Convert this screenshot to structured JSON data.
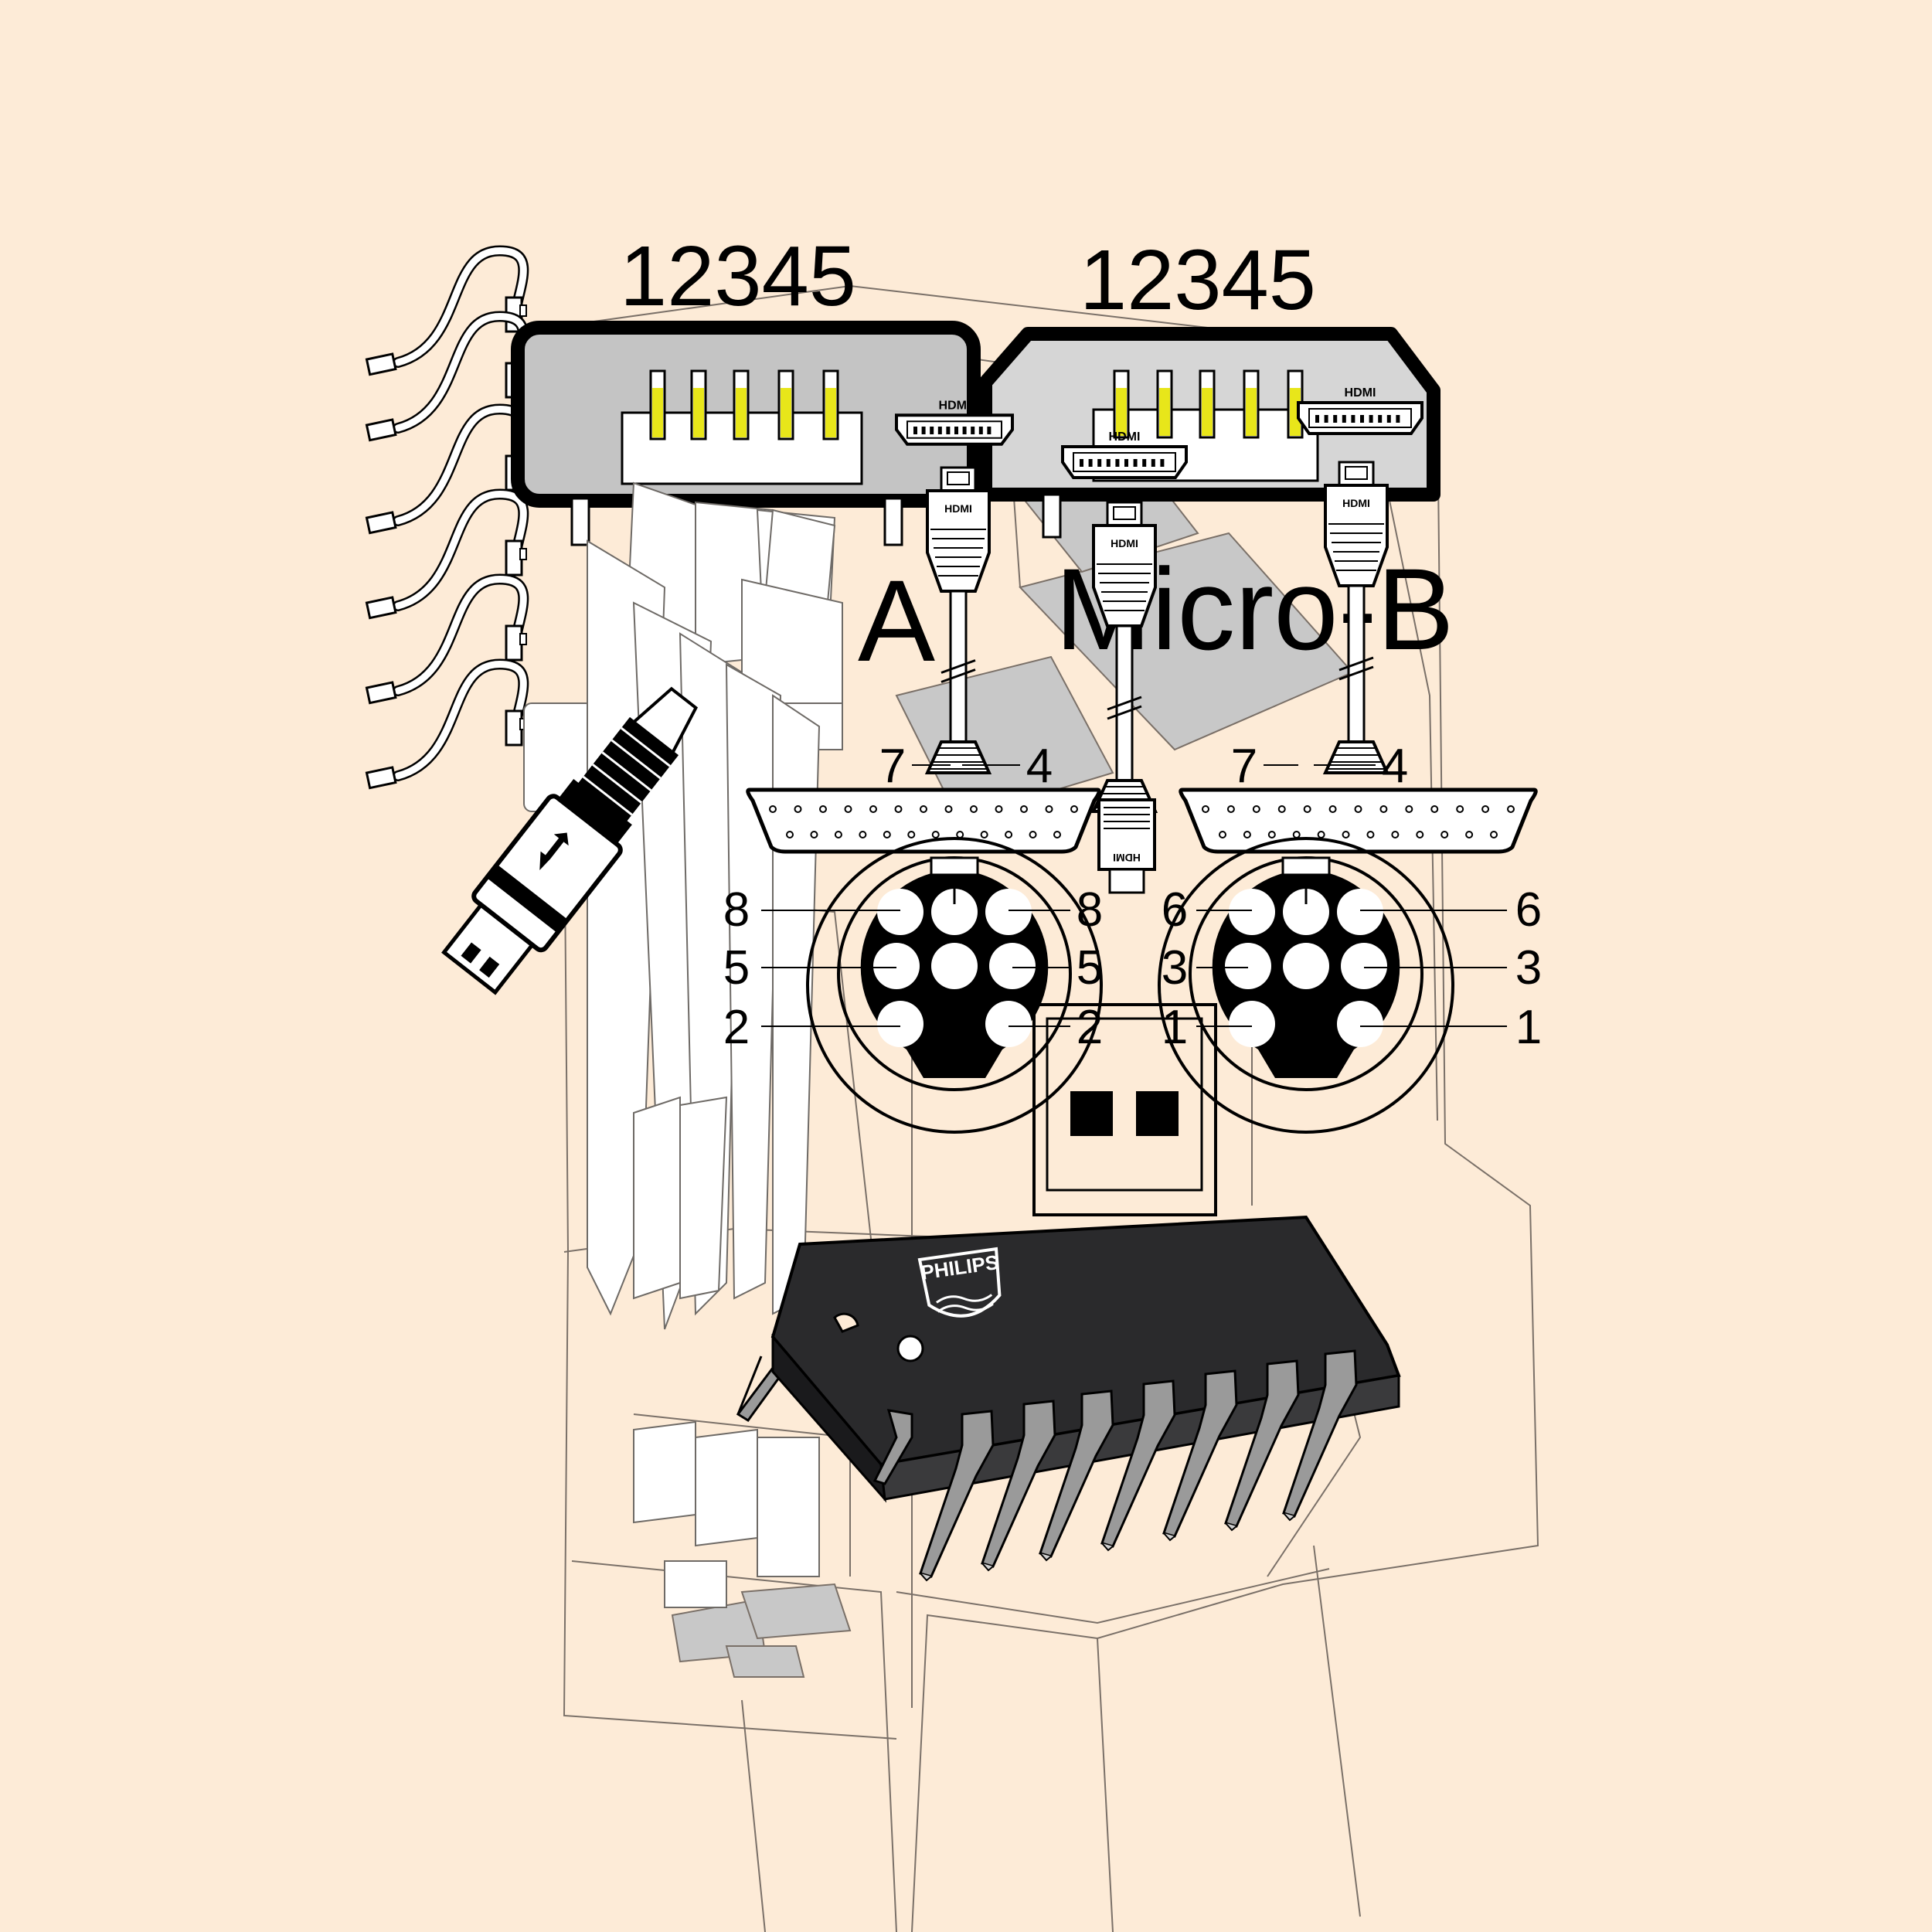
{
  "colors": {
    "background": "#fdebd7",
    "pin_yellow": "#e8e61a",
    "housing_grey": "#c8c8c8",
    "chip_body": "#2a2a2c",
    "pin_grey": "#9a9a9a"
  },
  "connectors": {
    "type_a": {
      "pin_numbers": "12345",
      "label": "A"
    },
    "micro_b": {
      "pin_numbers": "12345",
      "label": "Micro-B"
    }
  },
  "hdmi": {
    "logo_text": "HDMI"
  },
  "din": {
    "left": {
      "top_left": "7",
      "top_right": "4",
      "left": [
        "8",
        "5",
        "2"
      ],
      "right": [
        "8",
        "5",
        "2"
      ]
    },
    "right": {
      "top_left": "7",
      "top_right": "4",
      "left": [
        "6",
        "3",
        "1"
      ],
      "right": [
        "6",
        "3",
        "1"
      ]
    }
  },
  "chip": {
    "brand": "PHILIPS"
  },
  "icons": [
    "usb-plug-icon",
    "hdmi-plug-icon",
    "usb-cable-icon",
    "db25-connector-icon",
    "din-socket-icon",
    "dip-chip-icon"
  ]
}
